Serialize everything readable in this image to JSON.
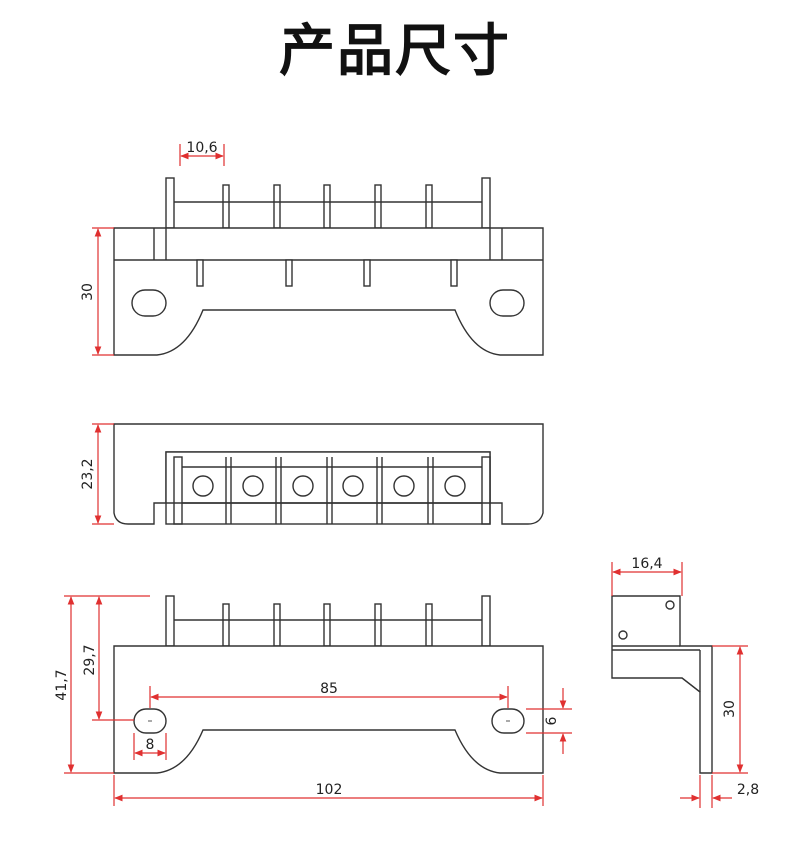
{
  "title": "产品尺寸",
  "dimensions": {
    "top_pitch": "10,6",
    "top_height": "30",
    "middle_height": "23,2",
    "bottom_total_height": "41,7",
    "bottom_partial_height": "29,7",
    "hole_spacing": "85",
    "hole_width": "8",
    "hole_height": "6",
    "overall_length": "102",
    "side_width": "16,4",
    "side_height": "30",
    "side_thickness": "2,8"
  },
  "colors": {
    "dimension": "#e03030",
    "outline": "#333333"
  }
}
